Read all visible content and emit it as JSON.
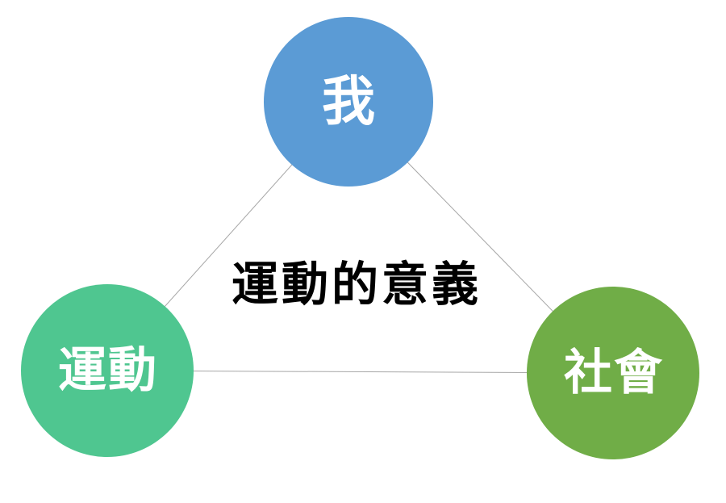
{
  "title": "運動的意義",
  "nodes": [
    {
      "id": "me",
      "label": "我",
      "color": "#5B9BD5"
    },
    {
      "id": "sport",
      "label": "運動",
      "color": "#4FC690"
    },
    {
      "id": "society",
      "label": "社會",
      "color": "#70AD47"
    }
  ],
  "connector_color": "#A6A6A6",
  "background_color": "#FFFFFF",
  "text_colors": {
    "node_label": "#FFFFFF",
    "title": "#000000"
  }
}
